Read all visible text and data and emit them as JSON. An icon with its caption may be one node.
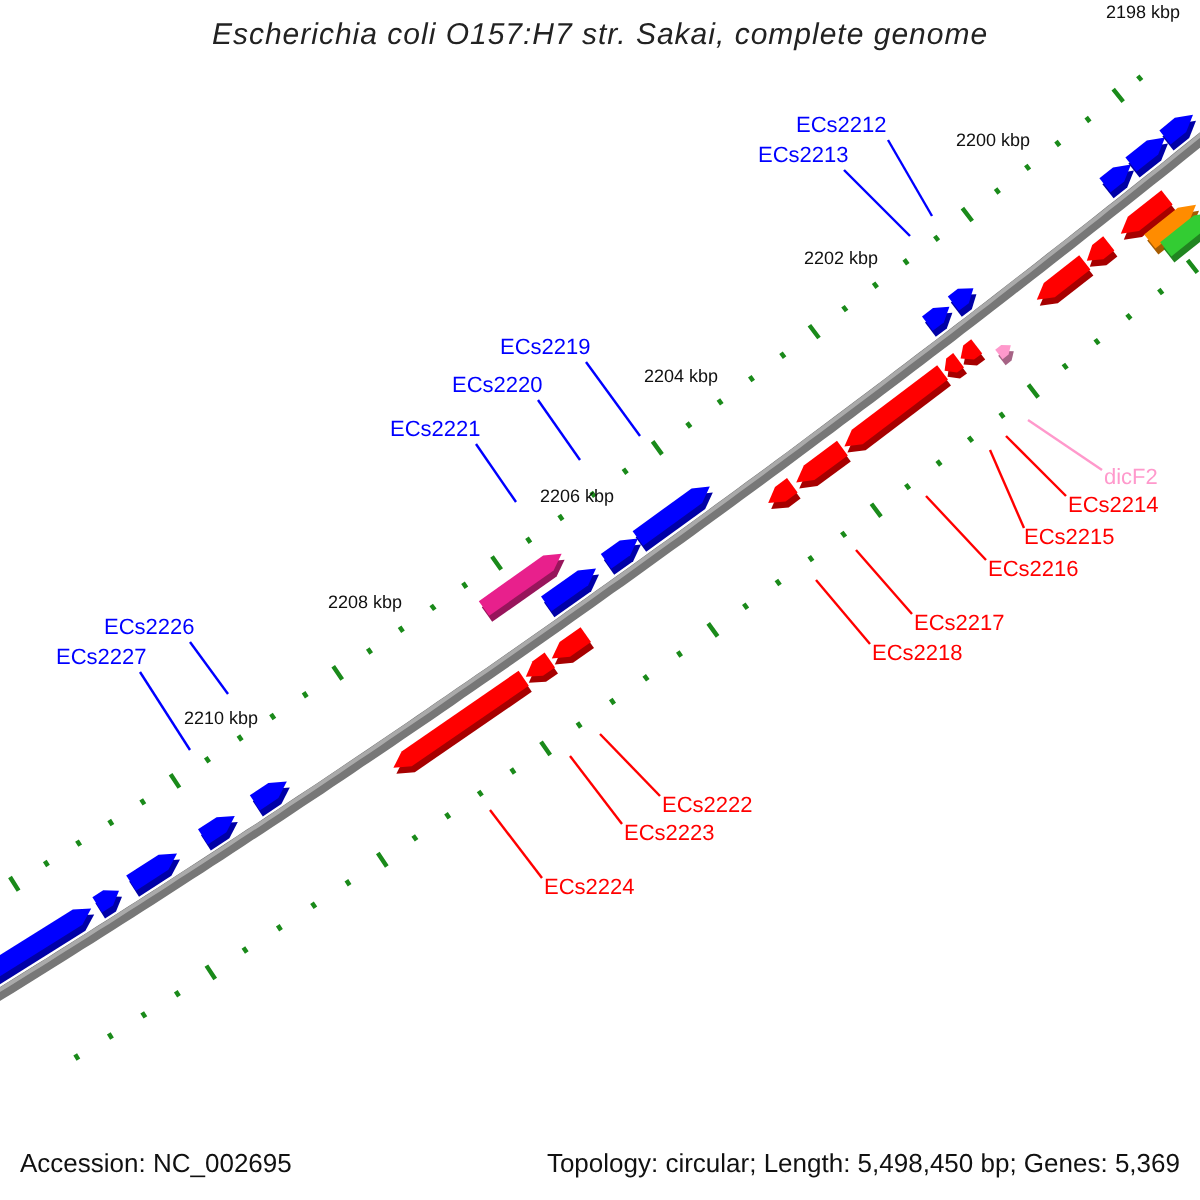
{
  "diagram": {
    "title": "Escherichia coli O157:H7 str. Sakai, complete genome",
    "nodes": [
      {
        "text": [
          "ECs2212"
        ]
      },
      {
        "text": [
          "ECs2213"
        ]
      },
      {
        "text": [
          "ECs2219"
        ]
      },
      {
        "text": [
          "ECs2220"
        ]
      },
      {
        "text": [
          "ECs2221"
        ]
      },
      {
        "text": [
          "ECs2226"
        ]
      },
      {
        "text": [
          "ECs2227"
        ]
      },
      {
        "text": [
          "dicF2"
        ]
      },
      {
        "text": [
          "ECs2214"
        ]
      },
      {
        "text": [
          "ECs2215"
        ]
      },
      {
        "text": [
          "ECs2216"
        ]
      },
      {
        "text": [
          "ECs2217"
        ]
      },
      {
        "text": [
          "ECs2218"
        ]
      },
      {
        "text": [
          "ECs2222"
        ]
      },
      {
        "text": [
          "ECs2223"
        ]
      },
      {
        "text": [
          "ECs2224"
        ]
      }
    ],
    "edges": [
      {
        "from": 0,
        "to": null,
        "arrow": "none",
        "color": "#0000ff"
      },
      {
        "from": 1,
        "to": null,
        "arrow": "none",
        "color": "#0000ff"
      },
      {
        "from": 2,
        "to": null,
        "arrow": "none",
        "color": "#0000ff"
      },
      {
        "from": 3,
        "to": null,
        "arrow": "none",
        "color": "#0000ff"
      },
      {
        "from": 4,
        "to": null,
        "arrow": "none",
        "color": "#0000ff"
      },
      {
        "from": 5,
        "to": null,
        "arrow": "none",
        "color": "#0000ff"
      },
      {
        "from": 6,
        "to": null,
        "arrow": "none",
        "color": "#0000ff"
      },
      {
        "from": 7,
        "to": null,
        "arrow": "none",
        "color": "#ff99cc"
      },
      {
        "from": 8,
        "to": null,
        "arrow": "none"
      },
      {
        "from": 9,
        "to": null,
        "arrow": "none"
      },
      {
        "from": 10,
        "to": null,
        "arrow": "none"
      },
      {
        "from": 11,
        "to": null,
        "arrow": "none"
      },
      {
        "from": 12,
        "to": null,
        "arrow": "none"
      },
      {
        "from": 13,
        "to": null,
        "arrow": "none"
      },
      {
        "from": 14,
        "to": null,
        "arrow": "none"
      },
      {
        "from": 15,
        "to": null,
        "arrow": "none"
      }
    ],
    "labels": [
      "2198 kbp",
      "2200 kbp",
      "2202 kbp",
      "2204 kbp",
      "2206 kbp",
      "2208 kbp",
      "2210 kbp",
      "Accession: NC_002695",
      "Topology: circular; Length: 5,498,450 bp; Genes: 5,369"
    ]
  }
}
